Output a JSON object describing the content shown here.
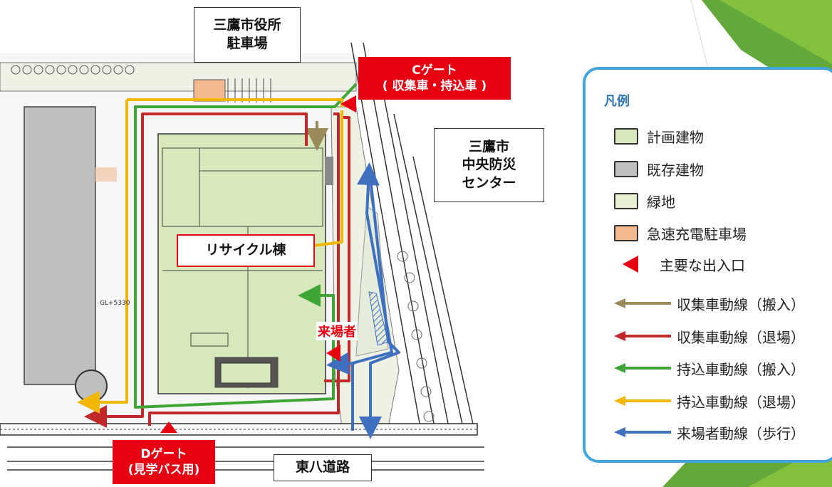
{
  "labels": {
    "city_hall_parking": "三鷹市役所\n駐車場",
    "disaster_center": "三鷹市\n中央防災\nセンター",
    "gate_c": "Cゲート\n( 収集車・持込車 )",
    "recycle_building": "リサイクル棟",
    "visitors": "来場者",
    "gate_d": "Dゲート\n(見学バス用)",
    "road": "東八道路",
    "elevation": "GL+5330"
  },
  "legend": {
    "title": "凡例",
    "items": [
      {
        "kind": "box",
        "color": "#d7e8bd",
        "label": "計画建物"
      },
      {
        "kind": "box",
        "color": "#bfbfbf",
        "label": "既存建物"
      },
      {
        "kind": "box",
        "color": "#e7efd3",
        "label": "緑地"
      },
      {
        "kind": "box",
        "color": "#f4b88f",
        "label": "急速充電駐車場"
      },
      {
        "kind": "triangle",
        "color": "#e60012",
        "label": "主要な出入口"
      },
      {
        "kind": "arrow",
        "color": "#9c8a5a",
        "label": "収集車動線（搬入）"
      },
      {
        "kind": "arrow",
        "color": "#c0282a",
        "label": "収集車動線（退場）"
      },
      {
        "kind": "arrow",
        "color": "#3fa535",
        "label": "持込車動線（搬入）"
      },
      {
        "kind": "arrow",
        "color": "#f2b705",
        "label": "持込車動線（退場）"
      },
      {
        "kind": "arrow",
        "color": "#3f6fbf",
        "label": "来場者動線（歩行）"
      }
    ]
  }
}
